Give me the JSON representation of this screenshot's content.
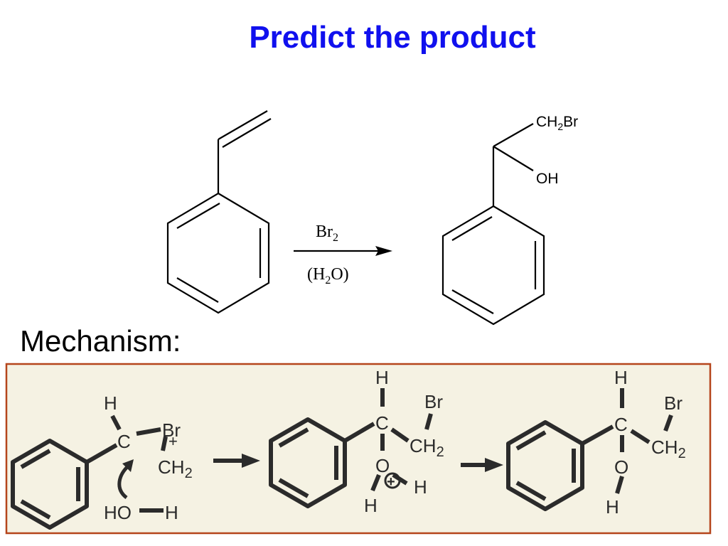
{
  "title": "Predict the product",
  "reaction": {
    "reagent_main": "Br",
    "reagent_sub": "2",
    "solvent_open": "(H",
    "solvent_sub": "2",
    "solvent_close": "O)"
  },
  "product": {
    "ch2br_pre": "CH",
    "ch2br_sub": "2",
    "ch2br_post": "Br",
    "oh": "OH"
  },
  "mechanism_label": "Mechanism:",
  "mechanism": {
    "box_border_color": "#b5451b",
    "box_fill_color": "#f5f2e3",
    "step1": {
      "h": "H",
      "c": "C",
      "br": "Br",
      "plus": "+",
      "ch2": "CH",
      "ch2_sub": "2",
      "water_o": "HO",
      "water_h": "H"
    },
    "step2": {
      "h": "H",
      "c": "C",
      "br": "Br",
      "ch2": "CH",
      "ch2_sub": "2",
      "o": "O",
      "h_bottom": "H",
      "h_right": "H",
      "plus": "+"
    },
    "step3": {
      "h": "H",
      "c": "C",
      "br": "Br",
      "ch2": "CH",
      "ch2_sub": "2",
      "o": "O",
      "h_bottom": "H"
    }
  },
  "colors": {
    "title": "#1010ee",
    "ink": "#000000",
    "mech_ink": "#2b2b2b"
  }
}
